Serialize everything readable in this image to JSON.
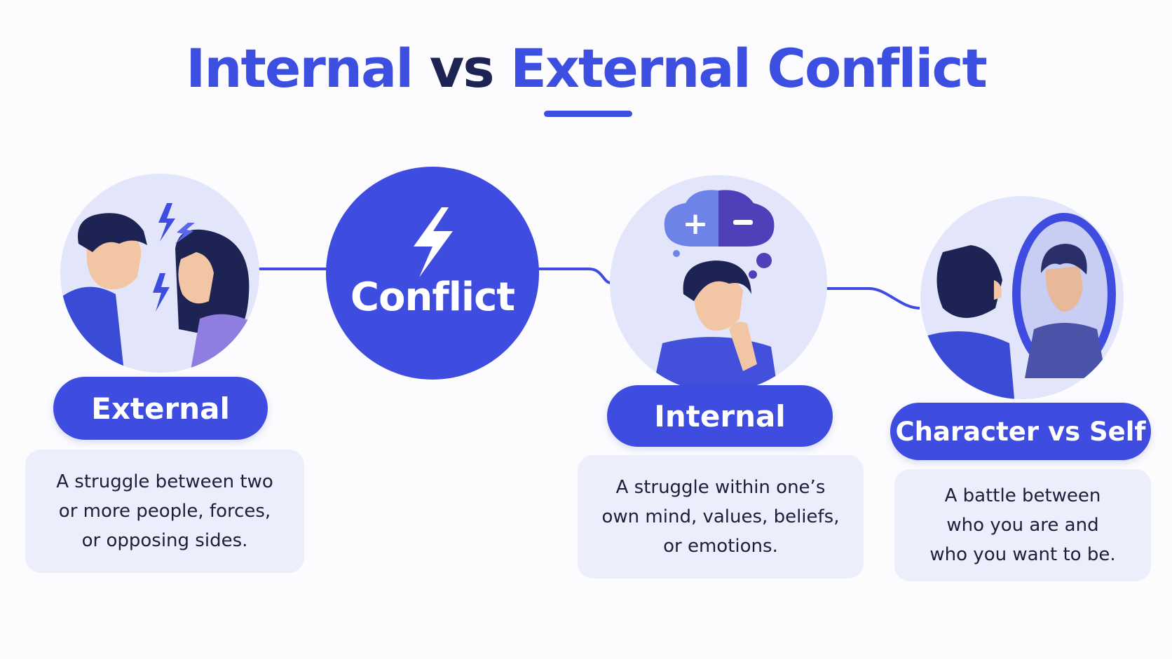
{
  "title": {
    "part1": "Internal",
    "part2": " vs ",
    "part3": "External Conflict"
  },
  "colors": {
    "accent": "#3f4ce0",
    "dark": "#1d2352",
    "circle_bg": "#e3e6fa",
    "card_bg": "#eceefb"
  },
  "center": {
    "label": "Conflict",
    "icon": "lightning-bolt-icon"
  },
  "nodes": [
    {
      "id": "external",
      "label": "External",
      "description": [
        "A struggle between two",
        "or more people, forces,",
        "or opposing sides."
      ],
      "icon": "arguing-people-illustration"
    },
    {
      "id": "internal",
      "label": "Internal",
      "description": [
        "A struggle within one’s",
        "own mind, values, beliefs,",
        "or emotions."
      ],
      "icon": "thinking-person-illustration"
    },
    {
      "id": "character-vs-self",
      "label": "Character vs Self",
      "description": [
        "A battle between",
        "who you are and",
        "who you want to be."
      ],
      "icon": "mirror-reflection-illustration"
    }
  ]
}
